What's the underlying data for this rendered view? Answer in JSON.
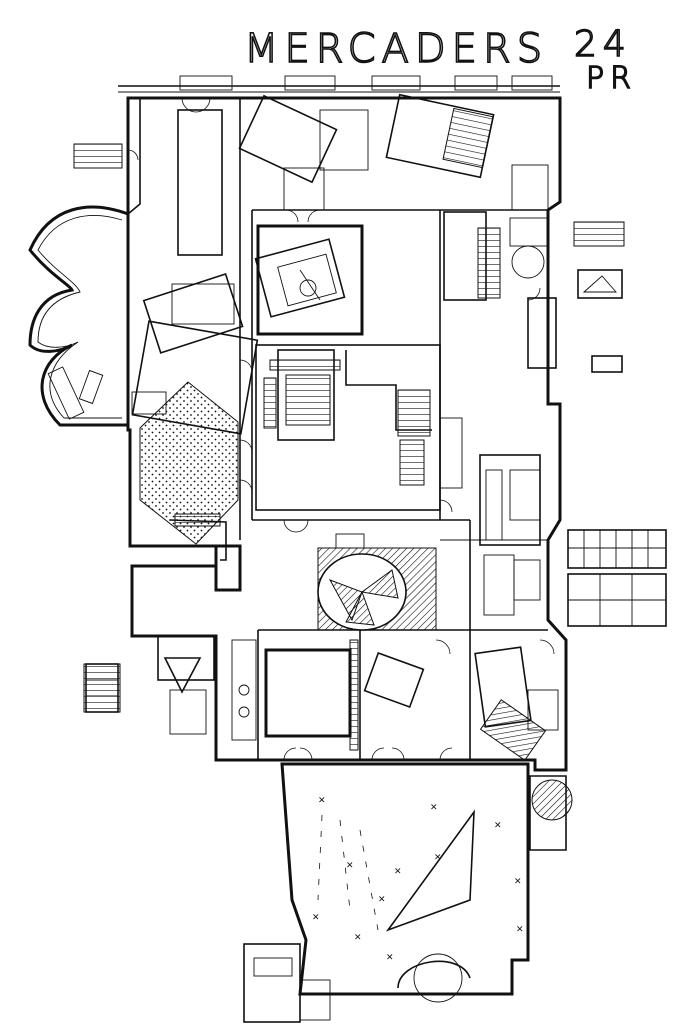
{
  "title": {
    "name": "MERCADERS",
    "number": "24",
    "floor": "PR"
  },
  "colors": {
    "ink": "#111111",
    "paper": "#ffffff"
  }
}
